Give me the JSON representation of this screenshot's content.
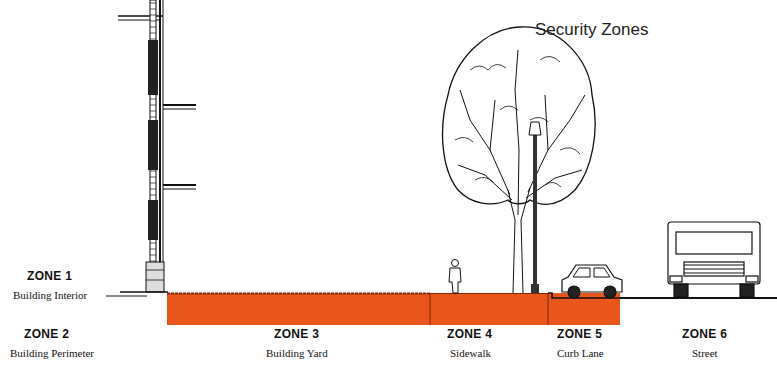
{
  "diagram": {
    "title": "Security Zones",
    "labels": [
      "ZONE 1",
      "Building Interior",
      "ZONE 2",
      "Building Perimeter",
      "ZONE 3",
      "Building Yard",
      "ZONE 4",
      "Sidewalk",
      "ZONE 5",
      "Curb Lane",
      "ZONE 6",
      "Street"
    ]
  }
}
